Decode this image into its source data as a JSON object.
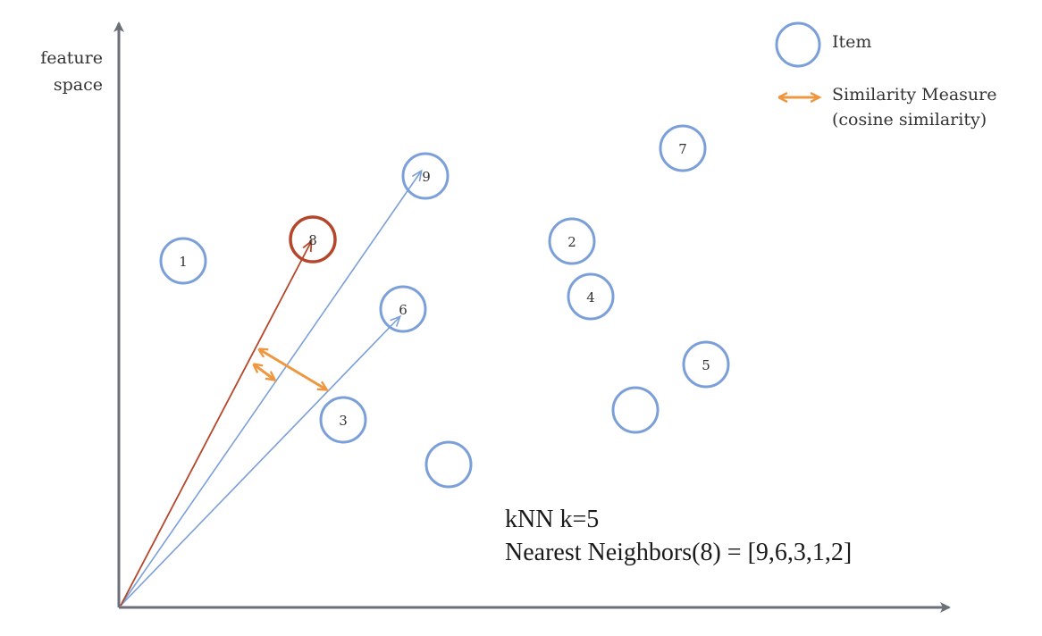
{
  "axis": {
    "y_label_line1": "feature",
    "y_label_line2": "space"
  },
  "legend": {
    "item_label": "Item",
    "similarity_line1": "Similarity Measure",
    "similarity_line2": "(cosine similarity)"
  },
  "colors": {
    "axis": "#6b6f78",
    "item": "#7b9fd9",
    "query": "#b5462a",
    "similarity": "#ef9740"
  },
  "items": [
    {
      "id": "item-1",
      "label": "1"
    },
    {
      "id": "item-2",
      "label": "2"
    },
    {
      "id": "item-3",
      "label": "3"
    },
    {
      "id": "item-4",
      "label": "4"
    },
    {
      "id": "item-5",
      "label": "5"
    },
    {
      "id": "item-6",
      "label": "6"
    },
    {
      "id": "item-7",
      "label": "7"
    },
    {
      "id": "item-8",
      "label": "8"
    },
    {
      "id": "item-9",
      "label": "9"
    },
    {
      "id": "item-unlabeled-a",
      "label": ""
    },
    {
      "id": "item-unlabeled-b",
      "label": ""
    }
  ],
  "query_item": "8",
  "vectors_to": [
    "8",
    "9",
    "6"
  ],
  "result": {
    "line1": "kNN  k=5",
    "line2": "Nearest Neighbors(8) = [9,6,3,1,2]"
  }
}
